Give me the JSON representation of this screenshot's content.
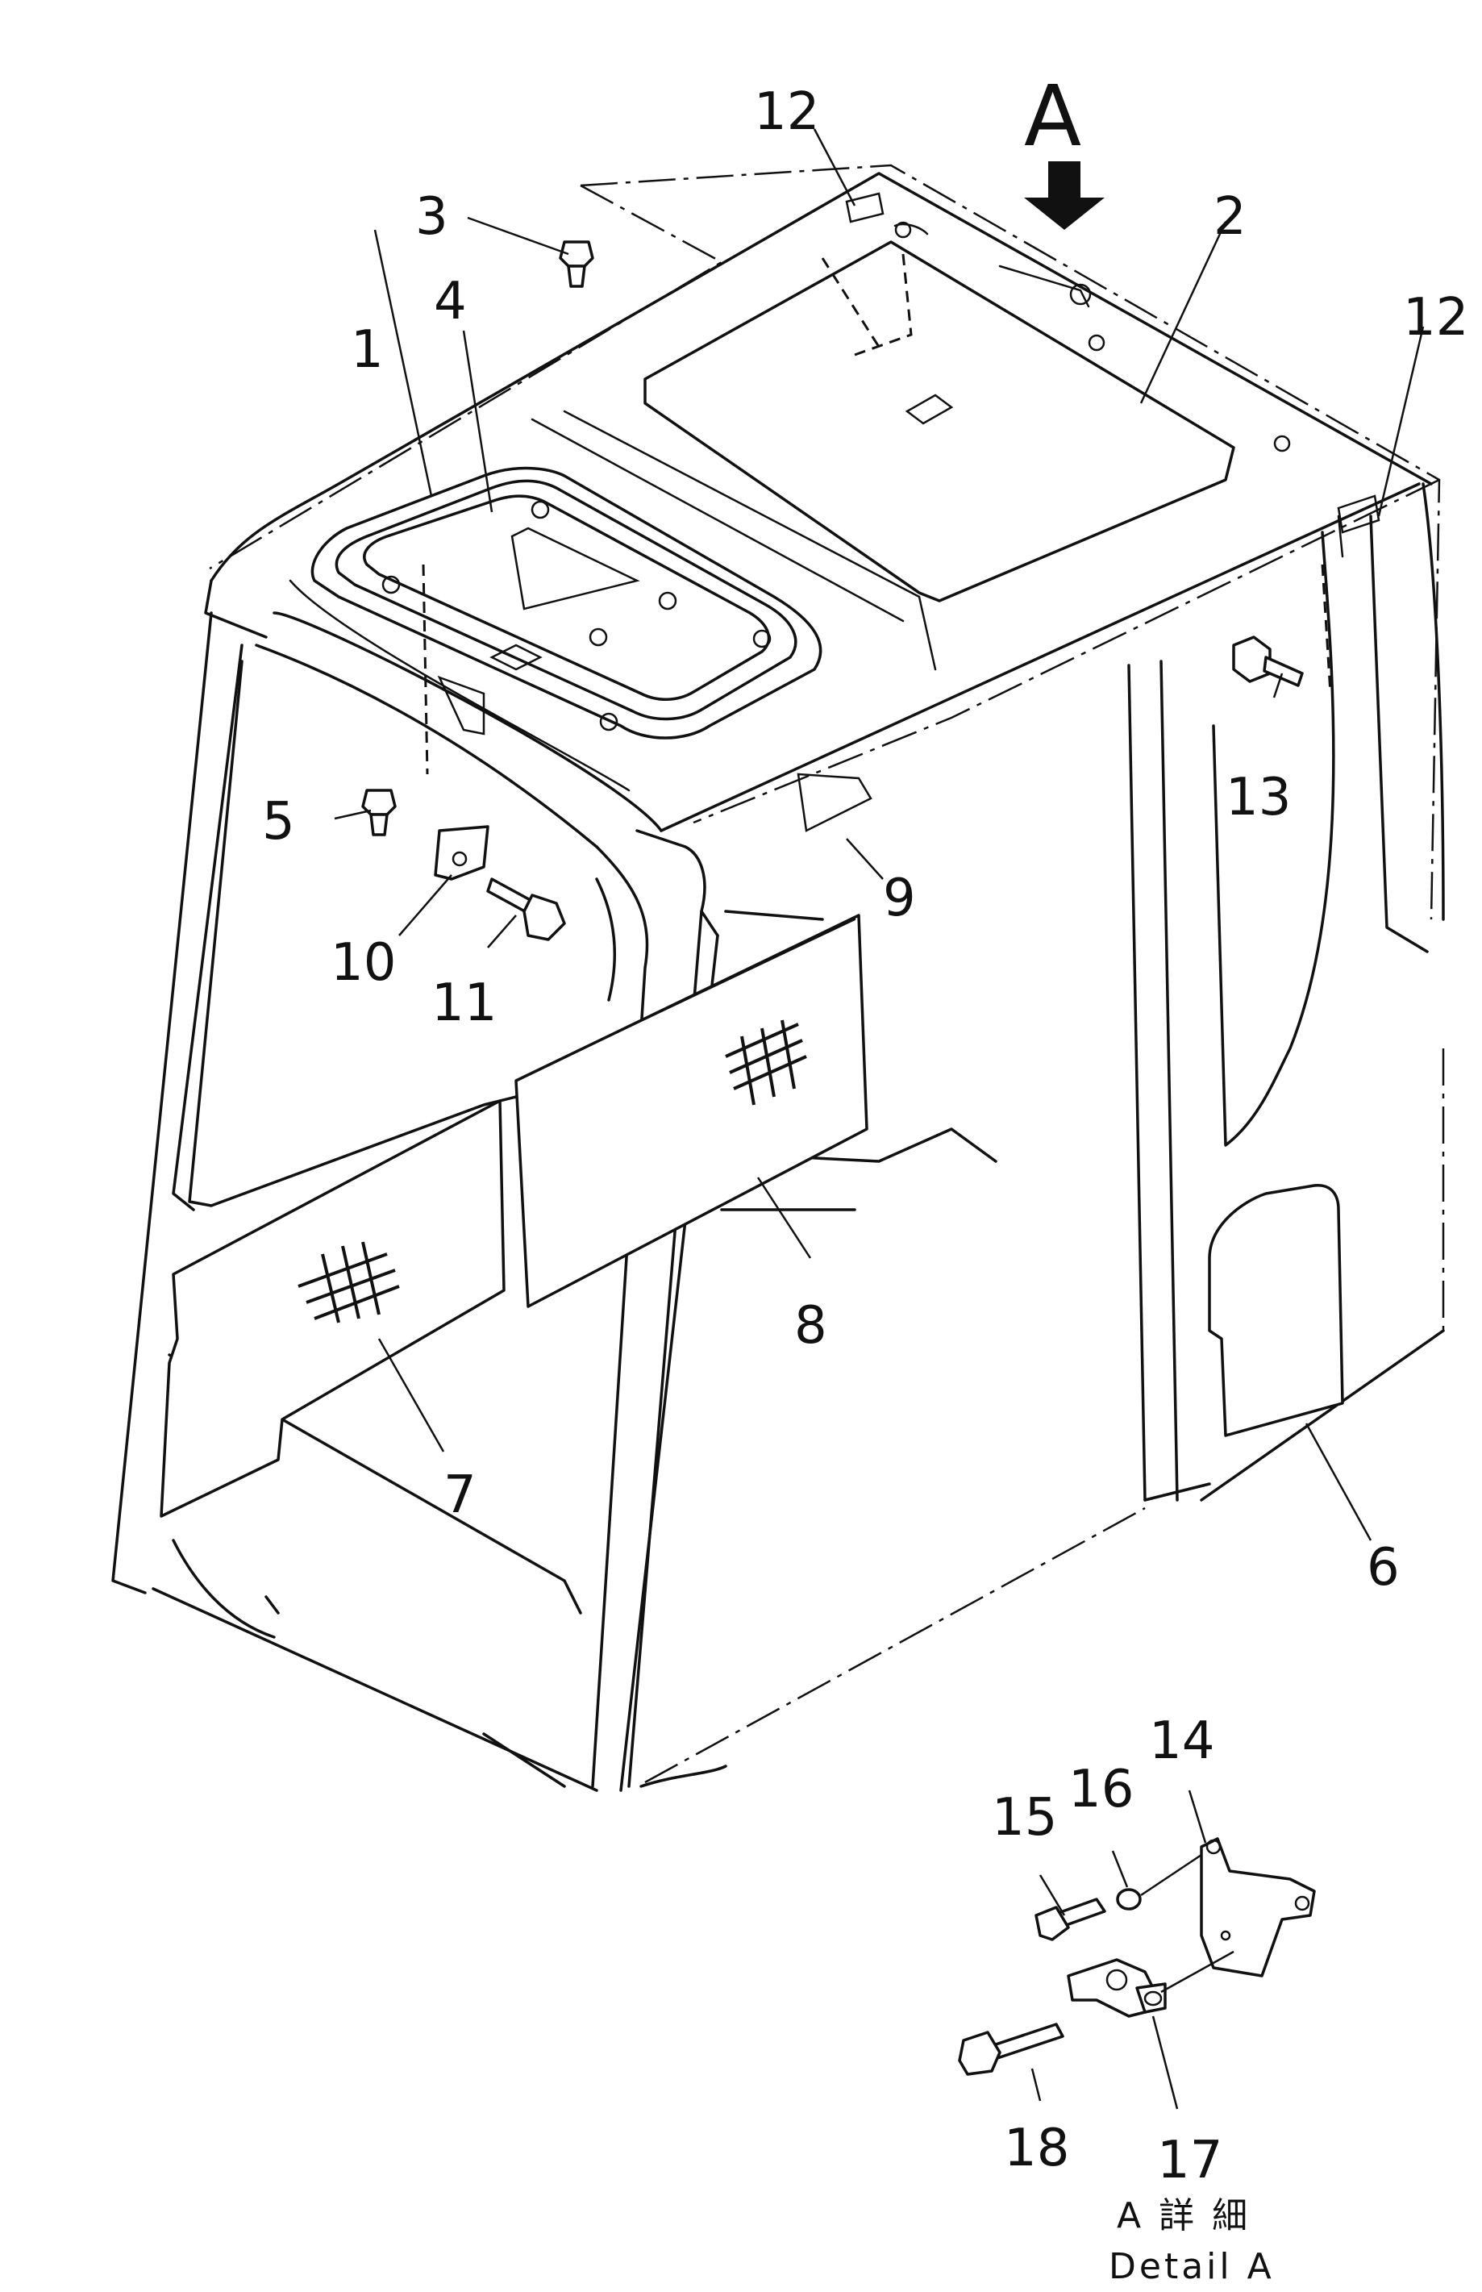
{
  "view": {
    "name": "A",
    "arrow_icon": "arrow-down-icon"
  },
  "callouts": [
    "1",
    "2",
    "3",
    "4",
    "5",
    "6",
    "7",
    "8",
    "9",
    "10",
    "11",
    "12",
    "12",
    "13",
    "14",
    "15",
    "16",
    "17",
    "18"
  ],
  "detail": {
    "caption_jp": "A 詳 細",
    "caption_en": "Detail A"
  }
}
